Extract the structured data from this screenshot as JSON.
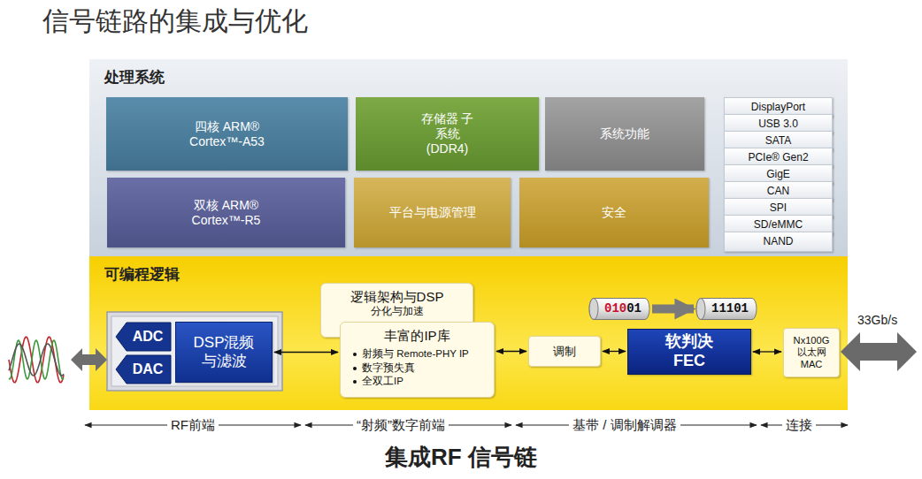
{
  "diagram": {
    "title": "信号链路的集成与优化",
    "caption": "集成RF 信号链",
    "nodes": [
      {
        "text": [
          "处理系统"
        ]
      },
      {
        "text": [
          "四核 ARM® Cortex™-A53"
        ],
        "in": 0
      },
      {
        "text": [
          "存储器 子系统 (DDR4)"
        ],
        "in": 0
      },
      {
        "text": [
          "系统功能"
        ],
        "in": 0
      },
      {
        "text": [
          "双核 ARM® Cortex™-R5"
        ],
        "in": 0
      },
      {
        "text": [
          "平台与电源管理"
        ],
        "in": 0
      },
      {
        "text": [
          "安全"
        ],
        "in": 0
      },
      {
        "text": [
          "DisplayPort"
        ],
        "in": 0
      },
      {
        "text": [
          "USB 3.0"
        ],
        "in": 0
      },
      {
        "text": [
          "SATA"
        ],
        "in": 0
      },
      {
        "text": [
          "PCIe® Gen2"
        ],
        "in": 0
      },
      {
        "text": [
          "GigE"
        ],
        "in": 0
      },
      {
        "text": [
          "CAN"
        ],
        "in": 0
      },
      {
        "text": [
          "SPI"
        ],
        "in": 0
      },
      {
        "text": [
          "SD/eMMC"
        ],
        "in": 0
      },
      {
        "text": [
          "NAND"
        ],
        "in": 0
      },
      {
        "text": [
          "可编程逻辑"
        ]
      },
      {
        "text": [
          "ADC"
        ],
        "in": 16
      },
      {
        "text": [
          "DAC"
        ],
        "in": 16
      },
      {
        "text": [
          "DSP混频 与滤波"
        ],
        "in": 16
      },
      {
        "text": [
          "逻辑架构与DSP",
          "分化与加速"
        ],
        "in": 16
      },
      {
        "text": [
          "丰富的IP库",
          "射频与 Remote-PHY IP",
          "数字预失真",
          "全双工IP"
        ],
        "in": 16
      },
      {
        "text": [
          "调制"
        ],
        "in": 16
      },
      {
        "text": [
          "01001"
        ],
        "in": 16
      },
      {
        "text": [
          "11101"
        ],
        "in": 16
      },
      {
        "text": [
          "软判决 FEC"
        ],
        "in": 16
      },
      {
        "text": [
          "Nx100G 以太网 MAC"
        ],
        "in": 16
      }
    ],
    "edges": [
      {
        "from": 19,
        "to": 21,
        "arrow": "both"
      },
      {
        "from": 21,
        "to": 22,
        "arrow": "both"
      },
      {
        "from": 22,
        "to": 25,
        "arrow": "both"
      },
      {
        "from": 25,
        "to": 26,
        "arrow": "both"
      },
      {
        "from": 23,
        "to": 24,
        "arrow": "to"
      }
    ],
    "labels": [
      "33Gb/s",
      "RF前端",
      "“射频”数字前端",
      "基带 / 调制解调器",
      "连接"
    ]
  }
}
